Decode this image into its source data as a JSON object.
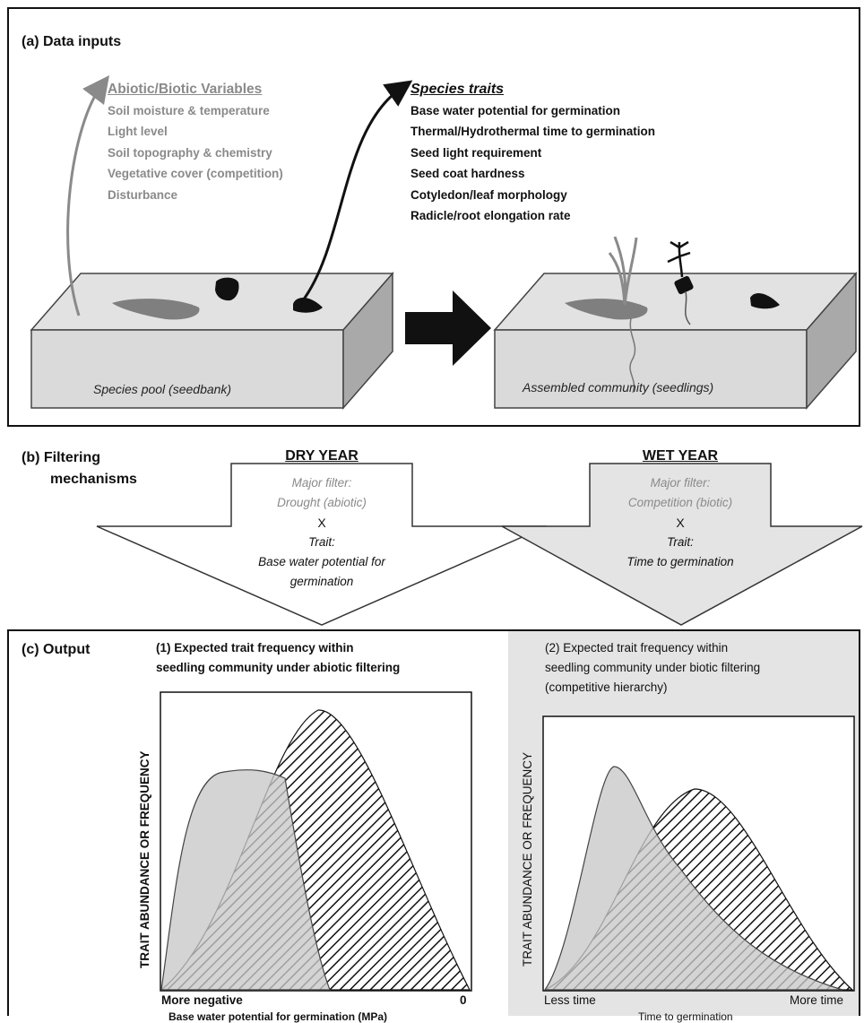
{
  "panel_a": {
    "title": "(a) Data inputs",
    "abiotic": {
      "heading": "Abiotic/Biotic Variables",
      "items": [
        "Soil moisture & temperature",
        "Light level",
        "Soil topography & chemistry",
        "Vegetative cover (competition)",
        "Disturbance"
      ]
    },
    "traits": {
      "heading": "Species traits",
      "items": [
        "Base water potential for germination",
        "Thermal/Hydrothermal time to germination",
        "Seed light requirement",
        "Seed coat hardness",
        "Cotyledon/leaf morphology",
        "Radicle/root elongation rate"
      ]
    },
    "pool_label": "Species pool (seedbank)",
    "community_label": "Assembled community (seedlings)"
  },
  "panel_b": {
    "title_line1": "(b) Filtering",
    "title_line2": "mechanisms",
    "dry": {
      "header": "DRY YEAR",
      "filter_label": "Major filter:",
      "filter": "Drought (abiotic)",
      "x": "X",
      "trait_label": "Trait:",
      "trait_line1": "Base water potential for",
      "trait_line2": "germination"
    },
    "wet": {
      "header": "WET YEAR",
      "filter_label": "Major filter:",
      "filter": "Competition (biotic)",
      "x": "X",
      "trait_label": "Trait:",
      "trait": "Time to germination"
    }
  },
  "panel_c": {
    "title": "(c) Output",
    "chart1": {
      "heading_line1": "(1) Expected trait frequency within",
      "heading_line2": "seedling community under abiotic filtering",
      "ylabel": "TRAIT ABUNDANCE OR FREQUENCY",
      "x_left": "More negative",
      "x_right": "0",
      "xlabel": "Base water potential for germination (MPa)"
    },
    "chart2": {
      "heading_line1": "(2)   Expected trait frequency  within",
      "heading_line2": "seedling community under biotic filtering",
      "heading_line3": "(competitive hierarchy)",
      "ylabel": "TRAIT ABUNDANCE OR FREQUENCY",
      "x_left": "Less time",
      "x_right": "More time",
      "xlabel": "Time to germination"
    }
  },
  "colors": {
    "gray_fill": "#c8c8c8",
    "gray_text": "#8a8a8a",
    "panel_shade": "#e4e4e4",
    "black": "#111111"
  }
}
